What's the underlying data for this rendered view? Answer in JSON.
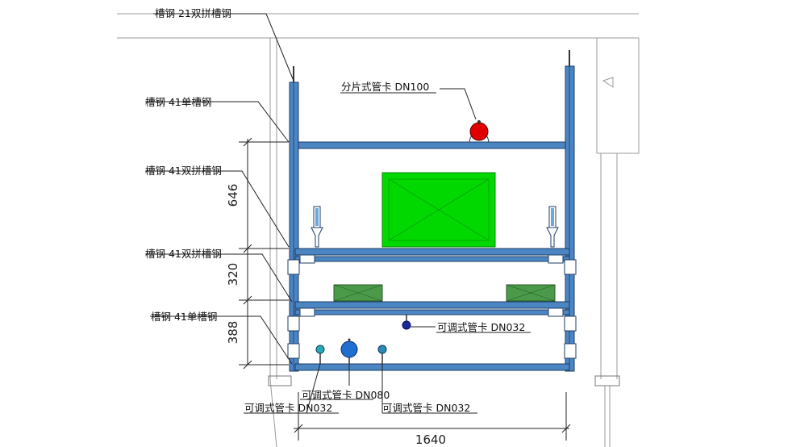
{
  "labels": {
    "top_channel": "槽钢 21双拼槽钢",
    "single_41_upper": "槽钢 41单槽钢",
    "double_41_upper": "槽钢 41双拼槽钢",
    "double_41_lower": "槽钢 41双拼槽钢",
    "single_41_lower": "槽钢 41单槽钢",
    "split_clamp": "分片式管卡 DN100",
    "adj_clamp_mid": "可调式管卡 DN032",
    "adj_clamp_080": "可调式管卡 DN080",
    "adj_clamp_left": "可调式管卡 DN032",
    "adj_clamp_right": "可调式管卡 DN032"
  },
  "dimensions": {
    "upper_gap": "646",
    "middle_gap": "320",
    "lower_gap": "388",
    "width": "1640"
  },
  "colors": {
    "steel": "#4b86c3",
    "steel_edge": "#1e3c66",
    "cable_tray": "#00d800",
    "duct_box": "#4a9a4a",
    "pipe_red": "#e00000",
    "pipe_blue": "#1f6fd1",
    "pipe_navy": "#1a2a9a",
    "pipe_teal": "#2aa8b8"
  }
}
